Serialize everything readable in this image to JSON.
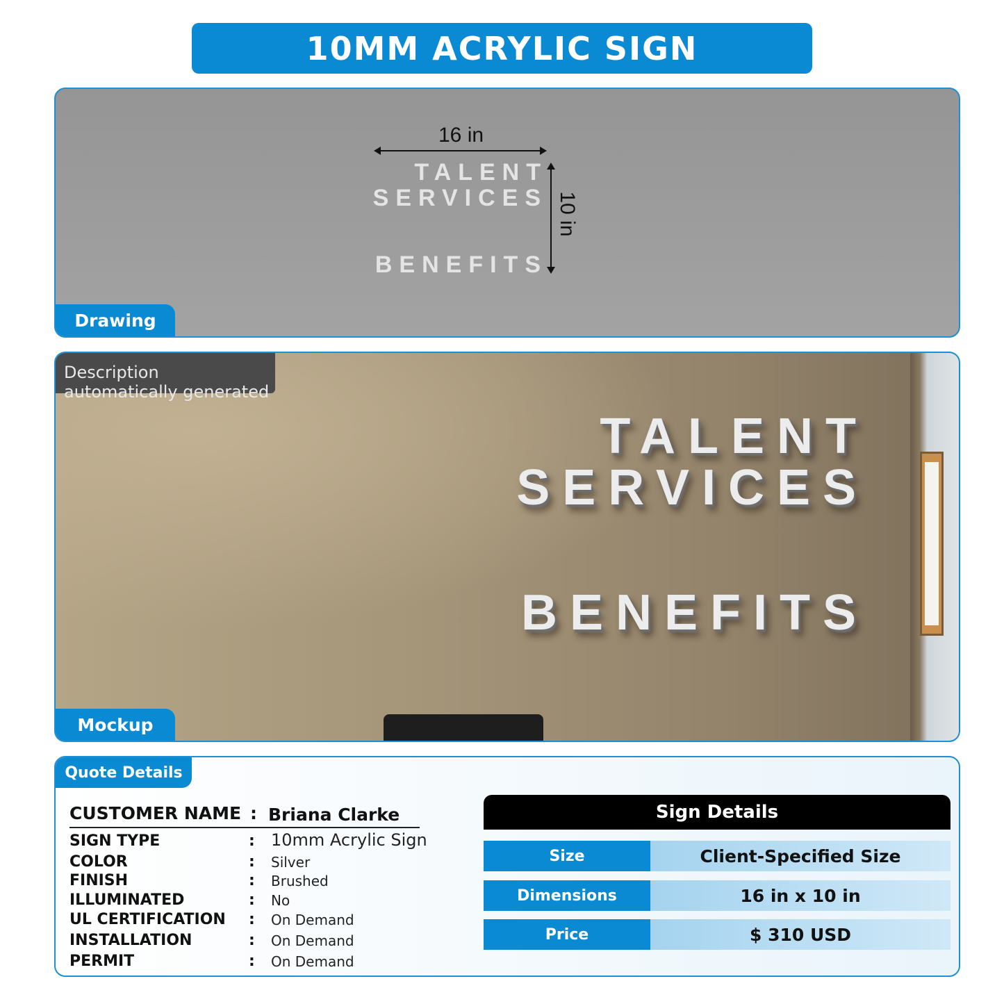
{
  "title": "10MM ACRYLIC SIGN",
  "drawing": {
    "tab_label": "Drawing",
    "width_label": "16 in",
    "height_label": "10 in",
    "lines": [
      "TALENT",
      "SERVICES",
      "BENEFITS"
    ]
  },
  "mockup": {
    "tab_label": "Mockup",
    "caption": "Description automatically generated",
    "lines": [
      "TALENT",
      "SERVICES",
      "BENEFITS"
    ]
  },
  "quote": {
    "tab_label": "Quote Details",
    "customer_label": "CUSTOMER NAME",
    "customer_name": "Briana Clarke",
    "specs": [
      {
        "label": "SIGN TYPE",
        "value": "10mm Acrylic Sign"
      },
      {
        "label": "COLOR",
        "value": "Silver"
      },
      {
        "label": "FINISH",
        "value": "Brushed"
      },
      {
        "label": "ILLUMINATED",
        "value": "No"
      },
      {
        "label": "UL CERTIFICATION",
        "value": "On Demand"
      },
      {
        "label": "INSTALLATION",
        "value": "On Demand"
      },
      {
        "label": "PERMIT",
        "value": "On Demand"
      }
    ],
    "sign_details": {
      "header": "Sign Details",
      "rows": [
        {
          "label": "Size",
          "value": "Client-Specified Size"
        },
        {
          "label": "Dimensions",
          "value": "16 in x 10 in"
        },
        {
          "label": "Price",
          "value": "$ 310 USD"
        }
      ]
    }
  },
  "colors": {
    "accent": "#0a8ad2",
    "drawing_bg": "#9c9c9c",
    "wall": "#a59579",
    "header_black": "#000000"
  }
}
